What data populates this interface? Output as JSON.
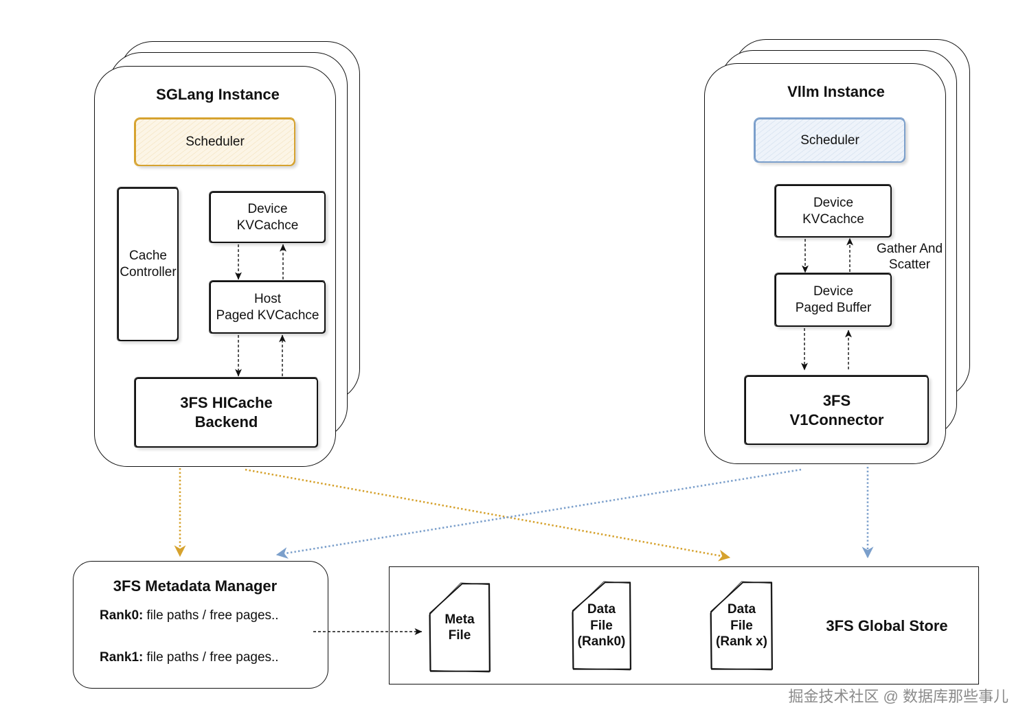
{
  "sglang_instance": {
    "title": "SGLang Instance",
    "scheduler_label": "Scheduler",
    "cache_controller_lines": [
      "Cache",
      "Controller"
    ],
    "device_kvcache_lines": [
      "Device",
      "KVCachce"
    ],
    "host_kvcache_lines": [
      "Host",
      "Paged KVCachce"
    ],
    "backend_lines": [
      "3FS HICache",
      "Backend"
    ]
  },
  "vllm_instance": {
    "title": "Vllm Instance",
    "scheduler_label": "Scheduler",
    "device_kvcache_lines": [
      "Device",
      "KVCachce"
    ],
    "edge_label_lines": [
      "Gather And",
      "Scatter"
    ],
    "paged_buffer_lines": [
      "Device",
      "Paged Buffer"
    ],
    "connector_lines": [
      "3FS",
      "V1Connector"
    ]
  },
  "metadata_manager": {
    "title": "3FS Metadata Manager",
    "rows": [
      {
        "rank": "Rank0:",
        "text": "file paths / free pages.."
      },
      {
        "rank": "Rank1:",
        "text": "file paths / free pages.."
      }
    ]
  },
  "global_store": {
    "title": "3FS Global Store",
    "files": [
      {
        "lines": [
          "Meta",
          "File"
        ]
      },
      {
        "lines": [
          "Data",
          "File",
          "(Rank0)"
        ]
      },
      {
        "lines": [
          "Data",
          "File",
          "(Rank x)"
        ]
      }
    ]
  },
  "watermark": "掘金技术社区 @ 数据库那些事儿",
  "colors": {
    "sglang_accent": "#D6A22E",
    "sglang_fill": "#FCF5E6",
    "vllm_accent": "#7B9FCB",
    "vllm_fill": "#EEF3FA",
    "ink": "#111111"
  }
}
